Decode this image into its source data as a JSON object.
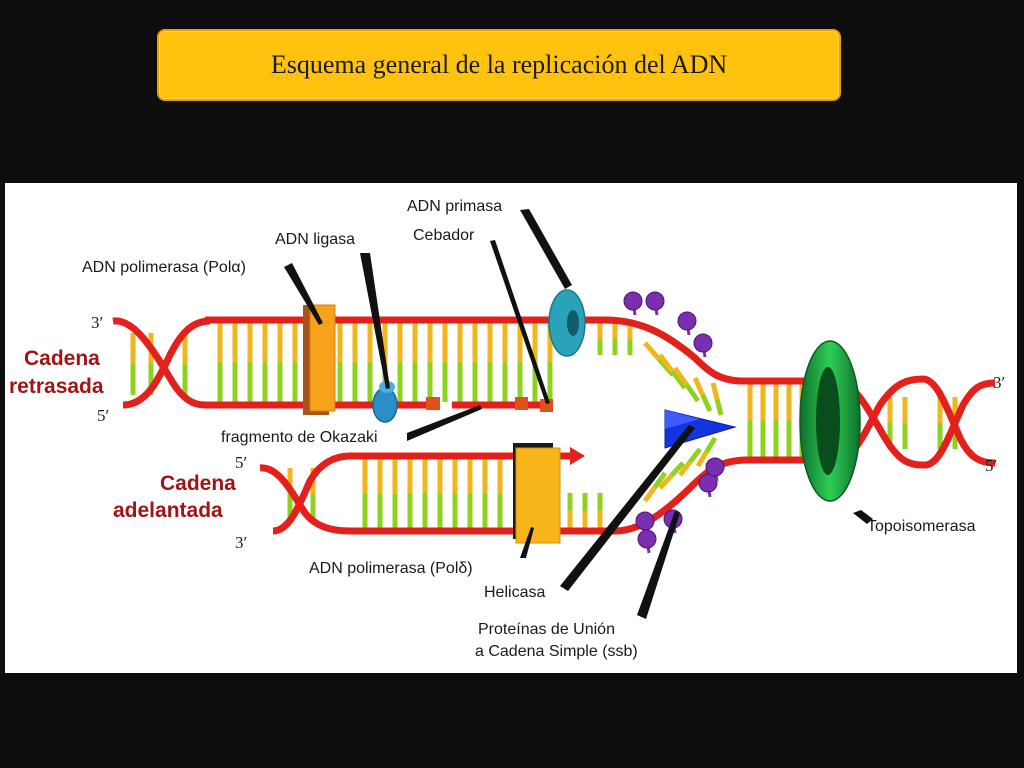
{
  "slide": {
    "title": "Esquema general de la replicación del ADN"
  },
  "diagram": {
    "strands": {
      "lagging_line1": "Cadena",
      "lagging_line2": "retrasada",
      "leading_line1": "Cadena",
      "leading_line2": "adelantada"
    },
    "ends": {
      "lag_left_top": "3′",
      "lag_left_bottom": "5′",
      "lead_left_top": "5′",
      "lead_left_bottom": "3′",
      "right_top": "3′",
      "right_bottom": "5′"
    },
    "labels": {
      "primasa": "ADN primasa",
      "cebador": "Cebador",
      "ligasa": "ADN ligasa",
      "pol_alpha": "ADN polimerasa (Polα)",
      "okazaki": "fragmento de Okazaki",
      "pol_delta": "ADN polimerasa (Polδ)",
      "helicasa": "Helicasa",
      "ssb_line1": "Proteínas de Unión",
      "ssb_line2": "a Cadena Simple (ssb)",
      "topoisomerasa": "Topoisomerasa"
    },
    "colors": {
      "backbone": "#e3201b",
      "base_yellow": "#f2b61d",
      "base_green": "#8ed11f",
      "polymerase": "#f7a21b",
      "ligase": "#2a8fc4",
      "primase": "#2aa3b8",
      "helicase": "#1434e0",
      "ssb": "#7a2fb0",
      "topoisomerase": "#1c9e3c",
      "primer": "#e0511b",
      "title_bg": "#ffc20e"
    }
  }
}
